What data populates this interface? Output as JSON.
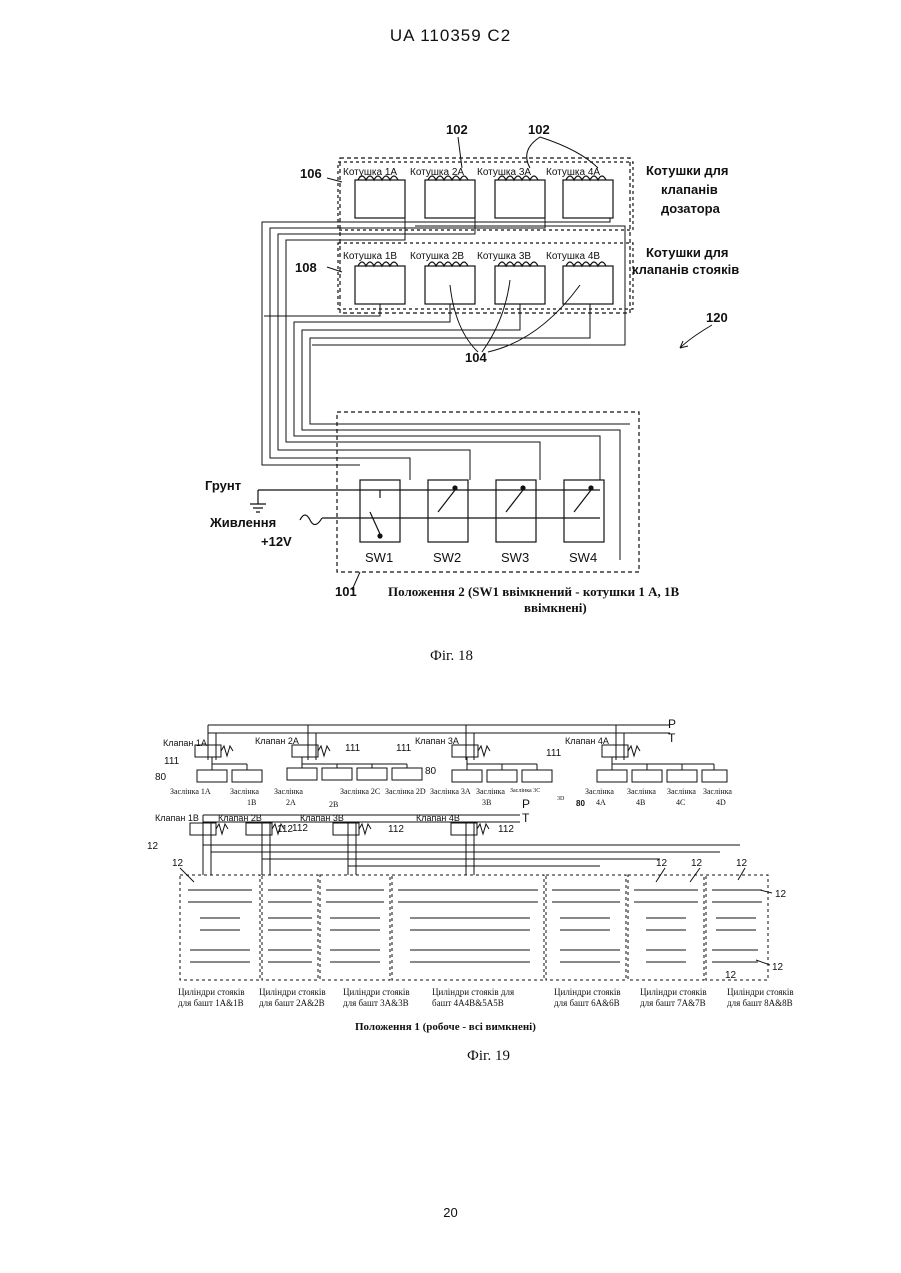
{
  "header": {
    "patent_id": "UA   110359   C2"
  },
  "fig18": {
    "caption": "Фіг. 18",
    "refs": {
      "r102a": "102",
      "r102b": "102",
      "r106": "106",
      "r108": "108",
      "r104": "104",
      "r120": "120",
      "r101": "101"
    },
    "coils_top": [
      "Котушка 1A",
      "Котушка 2A",
      "Котушка 3A",
      "Котушка 4A"
    ],
    "coils_bottom": [
      "Котушка 1B",
      "Котушка 2B",
      "Котушка 3B",
      "Котушка 4B"
    ],
    "group_top_label": [
      "Котушки для",
      "клапанів",
      "дозатора"
    ],
    "group_bottom_label": [
      "Котушки для",
      "клапанів стояків"
    ],
    "ground_label": "Грунт",
    "power_label": [
      "Живлення",
      "+12V"
    ],
    "switches": [
      "SW1",
      "SW2",
      "SW3",
      "SW4"
    ],
    "position_label": [
      "Положення 2 (SW1 ввімкнений - котушки 1 A, 1B",
      "ввімкнені)"
    ]
  },
  "fig19": {
    "caption": "Фіг. 19",
    "line_labels": [
      "P",
      "T",
      "P",
      "T"
    ],
    "valves_top": [
      "Клапан 1A",
      "Клапан 2A",
      "Клапан 3A",
      "Клапан 4A"
    ],
    "valves_bottom": [
      "Клапан 1B",
      "Клапан 2B",
      "Клапан 3B",
      "Клапан 4B"
    ],
    "refs_111": [
      "111",
      "111",
      "111",
      "111"
    ],
    "refs_112": [
      "112",
      "112",
      "112",
      "112"
    ],
    "refs_80": [
      "80",
      "80",
      "80"
    ],
    "refs_12": [
      "12",
      "12",
      "12",
      "12",
      "12",
      "12",
      "12",
      "12"
    ],
    "gates_row1": [
      "Заслінка 1A",
      "Заслінка",
      "Заслінка",
      "Заслінка 2C",
      "Заслінка 2D",
      "Заслінка 3A",
      "Заслінка",
      "Заслінка 3C",
      "Заслінка",
      "Заслінка",
      "Заслінка",
      "Заслінка"
    ],
    "gates_row2": [
      "1B",
      "2A",
      "2B",
      "3B",
      "3D",
      "4A",
      "4B",
      "4C",
      "4D"
    ],
    "cyl_groups": [
      [
        "Циліндри стояків",
        "для башт 1A&1B"
      ],
      [
        "Циліндри стояків",
        "для башт 2A&2B"
      ],
      [
        "Циліндри стояків",
        "для башт 3A&3B"
      ],
      [
        "Циліндри стояків для",
        "башт 4A4B&5A5B"
      ],
      [
        "Циліндри стояків",
        "для башт 6A&6B"
      ],
      [
        "Циліндри стояків",
        "для башт 7A&7B"
      ],
      [
        "Циліндри стояків",
        "для башт 8A&8B"
      ]
    ],
    "position_label": "Положення 1 (робоче - всі вимкнені)"
  },
  "page_number": "20"
}
